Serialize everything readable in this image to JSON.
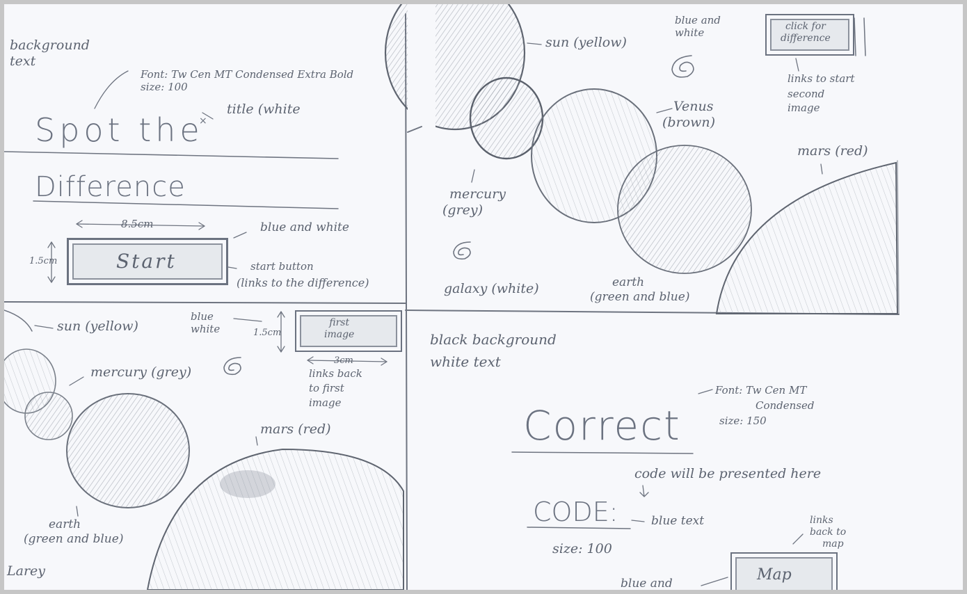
{
  "q1": {
    "bg_note": [
      "background",
      "text"
    ],
    "font_note": [
      "Font: Tw Cen MT Condensed Extra Bold",
      "size: 100"
    ],
    "title_note": "title (white",
    "title_line1": "Spot the",
    "title_line2": "Difference",
    "width_dim": "8.5cm",
    "height_dim": "1.5cm",
    "color_note": "blue and white",
    "start_label": "Start",
    "start_note": [
      "start button",
      "(links to the difference)"
    ]
  },
  "q2": {
    "sun_note": "sun (yellow)",
    "btn_color_note": [
      "blue and",
      "white"
    ],
    "diff_btn_label": [
      "click for",
      "difference"
    ],
    "links_note": [
      "links to start",
      "second",
      "image"
    ],
    "venus_note": [
      "Venus",
      "(brown)"
    ],
    "mars_note": "mars (red)",
    "mercury_note": [
      "mercury",
      "(grey)"
    ],
    "galaxy_note": "galaxy (white)",
    "earth_note": [
      "earth",
      "(green and blue)"
    ]
  },
  "q3": {
    "sun_note": "sun (yellow)",
    "btn_color_note": [
      "blue",
      "white"
    ],
    "height_dim": "1.5cm",
    "first_btn_label": [
      "first",
      "image"
    ],
    "width_dim": "3cm",
    "links_back_note": [
      "links back",
      "to first",
      "image"
    ],
    "mercury_note": "mercury (grey)",
    "mars_note": "mars (red)",
    "earth_note": [
      "earth",
      "(green and blue)"
    ],
    "signature": "Larey"
  },
  "q4": {
    "bg_note": [
      "black background",
      "white text"
    ],
    "font_note": [
      "Font: Tw Cen MT",
      "Condensed",
      "size: 150"
    ],
    "correct_title": "Correct",
    "code_note": "code will be presented here",
    "code_label": "CODE:",
    "blue_text_note": "blue text",
    "size_note": "size: 100",
    "links_map_note": [
      "links",
      "back to",
      "map"
    ],
    "map_label": "Map",
    "map_color_note": "blue and"
  }
}
